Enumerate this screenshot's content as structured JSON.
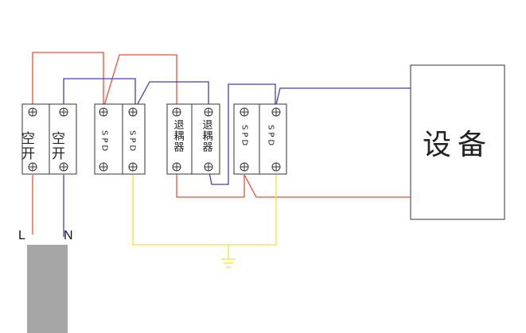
{
  "modules": {
    "breaker_1": "空开",
    "breaker_2": "空开",
    "spd_1": "SPD",
    "spd_2": "SPD",
    "decoupler_1": "退耦器",
    "decoupler_2": "退耦器",
    "spd_3": "SPD",
    "spd_4": "SPD"
  },
  "equipment": {
    "label": "设备"
  },
  "terminals": {
    "live": "L",
    "neutral": "N"
  },
  "colors": {
    "live_wire": "#e8503a",
    "neutral_wire": "#4a3fa8",
    "ground_wire": "#f2e23a",
    "cable": "#a6a6a6",
    "outline": "#333333"
  }
}
